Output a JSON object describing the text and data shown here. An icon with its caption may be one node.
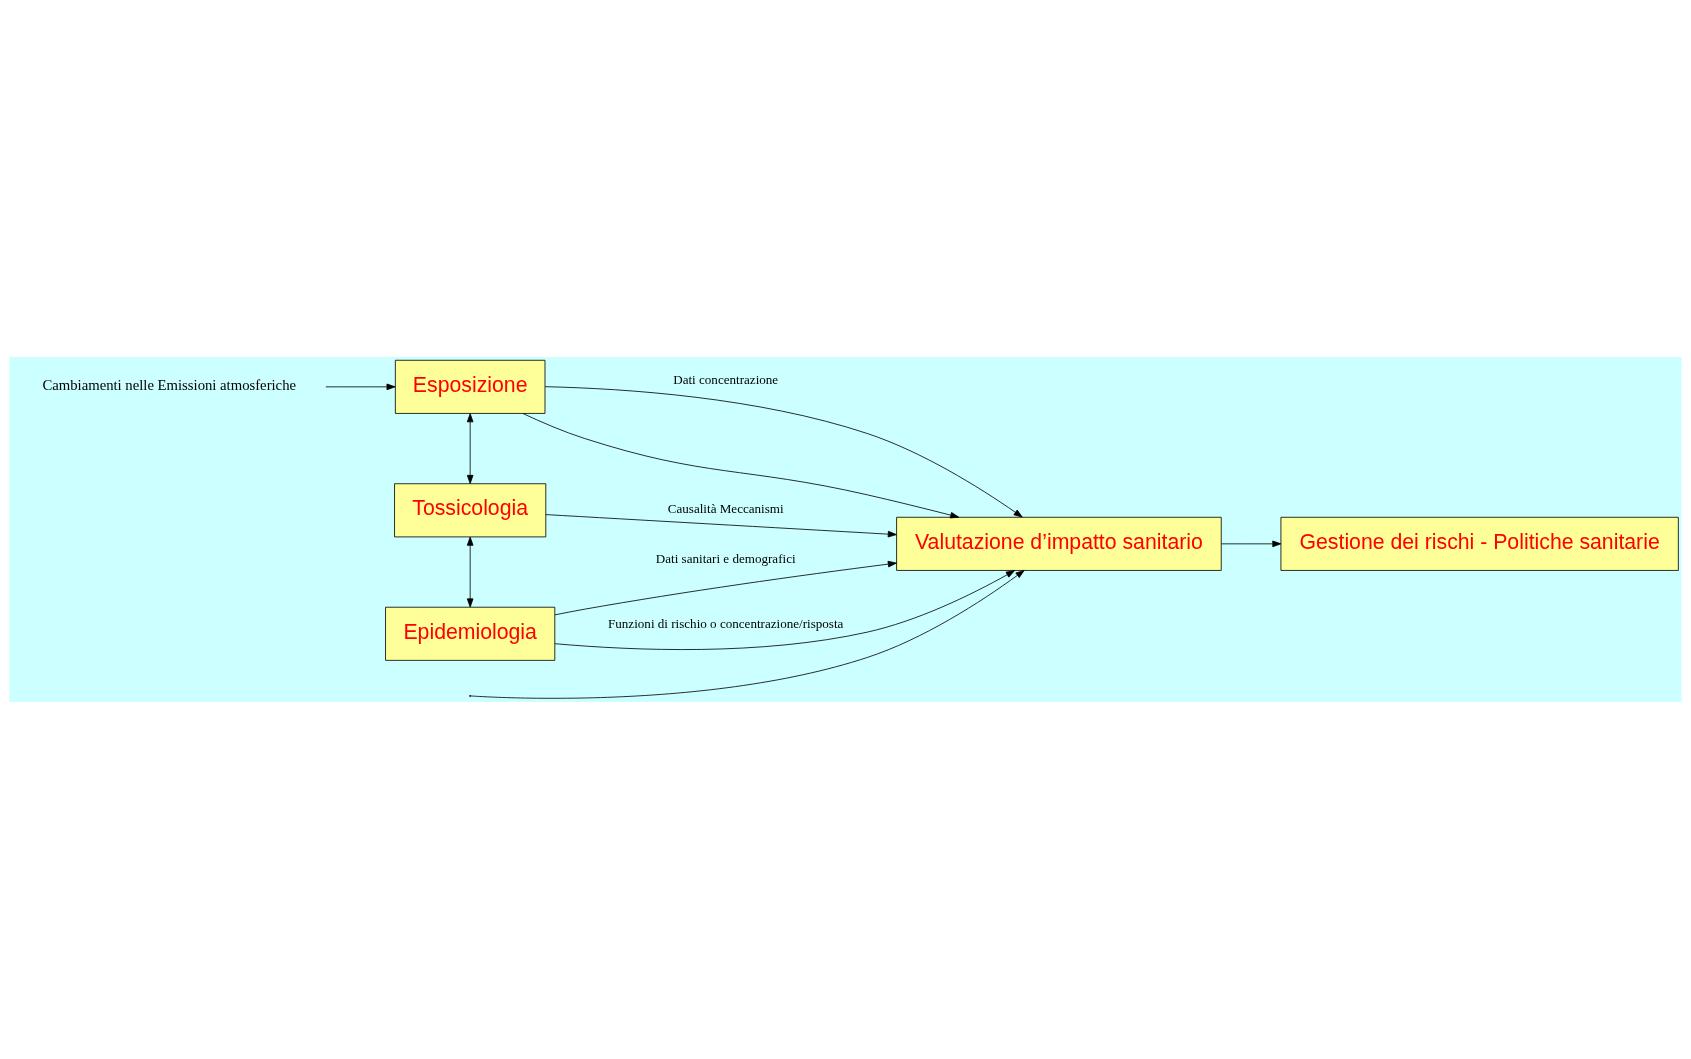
{
  "diagram": {
    "nodes": [
      {
        "text": [
          "Cambiamenti nelle Emissioni atmosferiche"
        ]
      },
      {
        "text": [
          "Esposizione"
        ]
      },
      {
        "text": [
          "Tossicologia"
        ]
      },
      {
        "text": [
          "Epidemiologia"
        ]
      },
      {
        "text": [
          "Valutazione d’impatto sanitario"
        ]
      },
      {
        "text": [
          "Gestione dei rischi - Politiche sanitarie"
        ]
      }
    ],
    "edges": [
      {
        "from": 0,
        "to": 1,
        "arrow": "to"
      },
      {
        "from": 1,
        "to": 2,
        "arrow": "both"
      },
      {
        "from": 2,
        "to": 3,
        "arrow": "both"
      },
      {
        "from": 1,
        "to": 4,
        "arrow": "to",
        "label": "Dati concentrazione"
      },
      {
        "from": 1,
        "to": 4,
        "arrow": "to"
      },
      {
        "from": 2,
        "to": 4,
        "arrow": "to",
        "label": "Causalità Meccanismi"
      },
      {
        "from": null,
        "to": 4,
        "arrow": "to"
      },
      {
        "from": 3,
        "to": 4,
        "arrow": "to",
        "label": "Dati sanitari e demografici"
      },
      {
        "from": 3,
        "to": 4,
        "arrow": "to",
        "label": "Funzioni di rischio o concentrazione/risposta"
      },
      {
        "from": 4,
        "to": 5,
        "arrow": "to"
      }
    ]
  }
}
